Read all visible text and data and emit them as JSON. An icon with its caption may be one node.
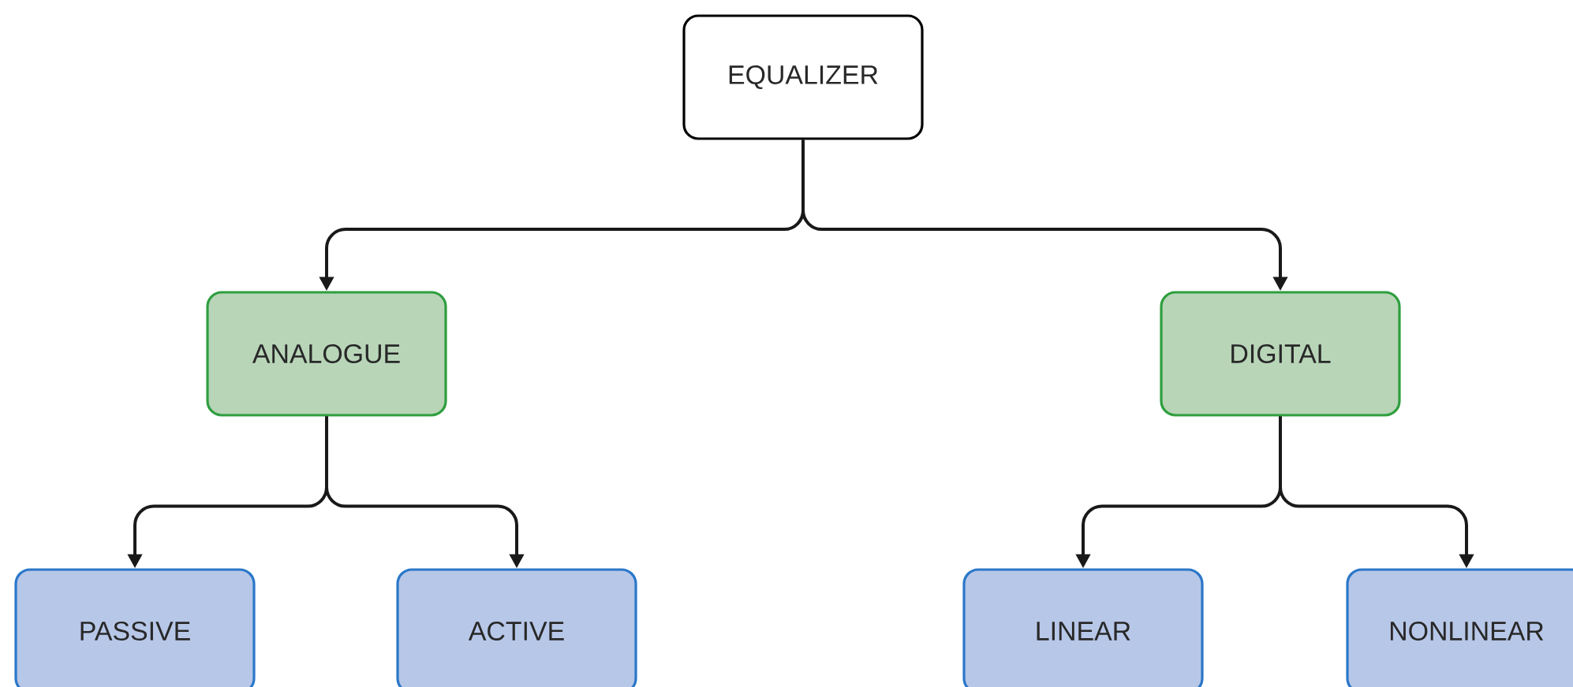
{
  "diagram": {
    "nodes": [
      {
        "text": [
          "EQUALIZER"
        ]
      },
      {
        "text": [
          "ANALOGUE"
        ]
      },
      {
        "text": [
          "DIGITAL"
        ]
      },
      {
        "text": [
          "PASSIVE"
        ]
      },
      {
        "text": [
          "ACTIVE"
        ]
      },
      {
        "text": [
          "LINEAR"
        ]
      },
      {
        "text": [
          "NONLINEAR"
        ]
      }
    ],
    "edges": [
      {
        "from": 0,
        "to": 1,
        "arrow": "to"
      },
      {
        "from": 0,
        "to": 2,
        "arrow": "to"
      },
      {
        "from": 1,
        "to": 3,
        "arrow": "to"
      },
      {
        "from": 1,
        "to": 4,
        "arrow": "to"
      },
      {
        "from": 2,
        "to": 5,
        "arrow": "to"
      },
      {
        "from": 2,
        "to": 6,
        "arrow": "to"
      }
    ]
  }
}
